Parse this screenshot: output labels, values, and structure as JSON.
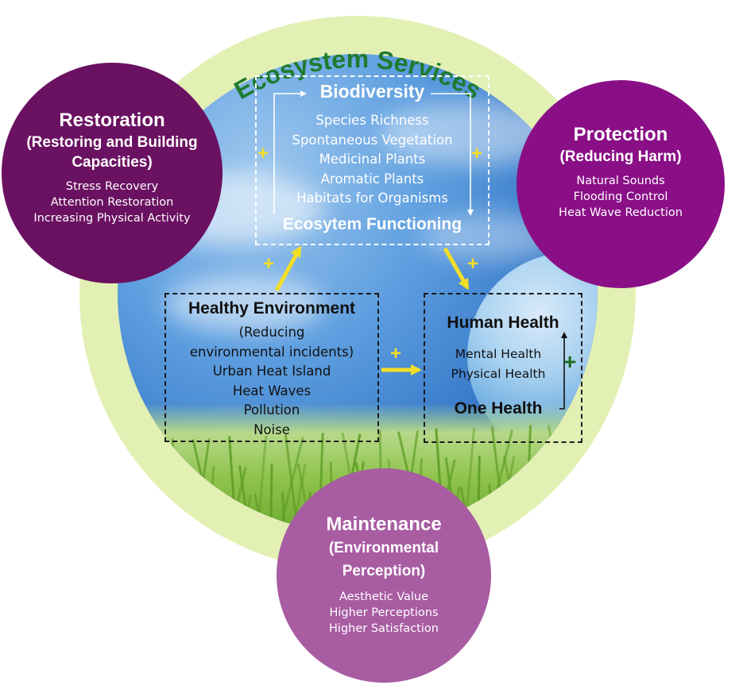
{
  "title": "Ecosystem Services",
  "restoration": {
    "heading": "Restoration",
    "subheading": "(Restoring and Building Capacities)",
    "items": [
      "Stress Recovery",
      "Attention Restoration",
      "Increasing Physical Activity"
    ]
  },
  "protection": {
    "heading": "Protection",
    "subheading": "(Reducing Harm)",
    "items": [
      "Natural Sounds",
      "Flooding Control",
      "Heat Wave Reduction"
    ]
  },
  "maintenance": {
    "heading": "Maintenance",
    "subheading": "(Environmental Perception)",
    "items": [
      "Aesthetic Value",
      "Higher Perceptions",
      "Higher Satisfaction"
    ]
  },
  "biodiversity": {
    "heading": "Biodiversity",
    "items": [
      "Species Richness",
      "Spontaneous Vegetation",
      "Medicinal Plants",
      "Aromatic Plants",
      "Habitats for Organisms"
    ],
    "footer": "Ecosytem Functioning"
  },
  "environment": {
    "heading": "Healthy Environment",
    "items": [
      "(Reducing",
      "environmental incidents)",
      "Urban Heat Island",
      "Heat Waves",
      "Pollution",
      "Noise"
    ]
  },
  "human_health": {
    "heading": "Human Health",
    "items": [
      "Mental Health",
      "Physical Health"
    ],
    "footer": "One Health"
  },
  "plus_sign": "+",
  "colors": {
    "ring": "#e3f0b4",
    "title_green": "#1e7a2e",
    "restoration": "#6a1161",
    "protection": "#8a0f86",
    "maintenance": "#a85ca2",
    "arrow_yellow": "#f3df26",
    "plus_green": "#1f6b1f"
  }
}
